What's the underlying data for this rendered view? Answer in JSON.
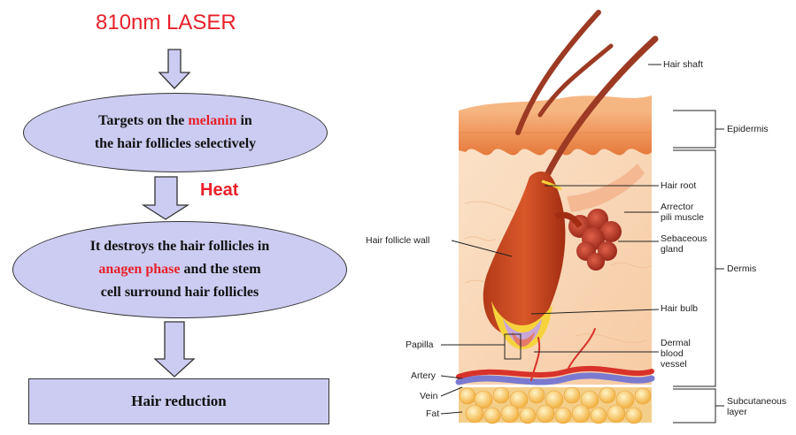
{
  "flow": {
    "title": "810nm LASER",
    "step1_prefix": "Targets on the ",
    "step1_highlight": "melanin",
    "step1_suffix": " in",
    "step1_line2": "the hair follicles selectively",
    "heat_label": "Heat",
    "step2_line1": "It destroys the hair follicles in",
    "step2_highlight": "anagen phase",
    "step2_line2_suffix": " and the stem",
    "step2_line3": "cell surround hair follicles",
    "result": "Hair reduction",
    "colors": {
      "accent": "#e8202a",
      "shape_fill": "#ccccf2",
      "box_fill": "#ccccf2"
    }
  },
  "anatomy": {
    "labels": {
      "hair_shaft": "Hair shaft",
      "epidermis": "Epidermis",
      "hair_root": "Hair root",
      "arrector_1": "Arrector",
      "arrector_2": "pili muscle",
      "hair_follicle_wall": "Hair follicle wall",
      "sebaceous_1": "Sebaceous",
      "sebaceous_2": "gland",
      "dermis": "Dermis",
      "hair_bulb": "Hair bulb",
      "papilla": "Papilla",
      "dermal_1": "Dermal",
      "dermal_2": "blood",
      "dermal_3": "vessel",
      "artery": "Artery",
      "vein": "Vein",
      "fat": "Fat",
      "subcutaneous_1": "Subcutaneous",
      "subcutaneous_2": "layer"
    }
  }
}
